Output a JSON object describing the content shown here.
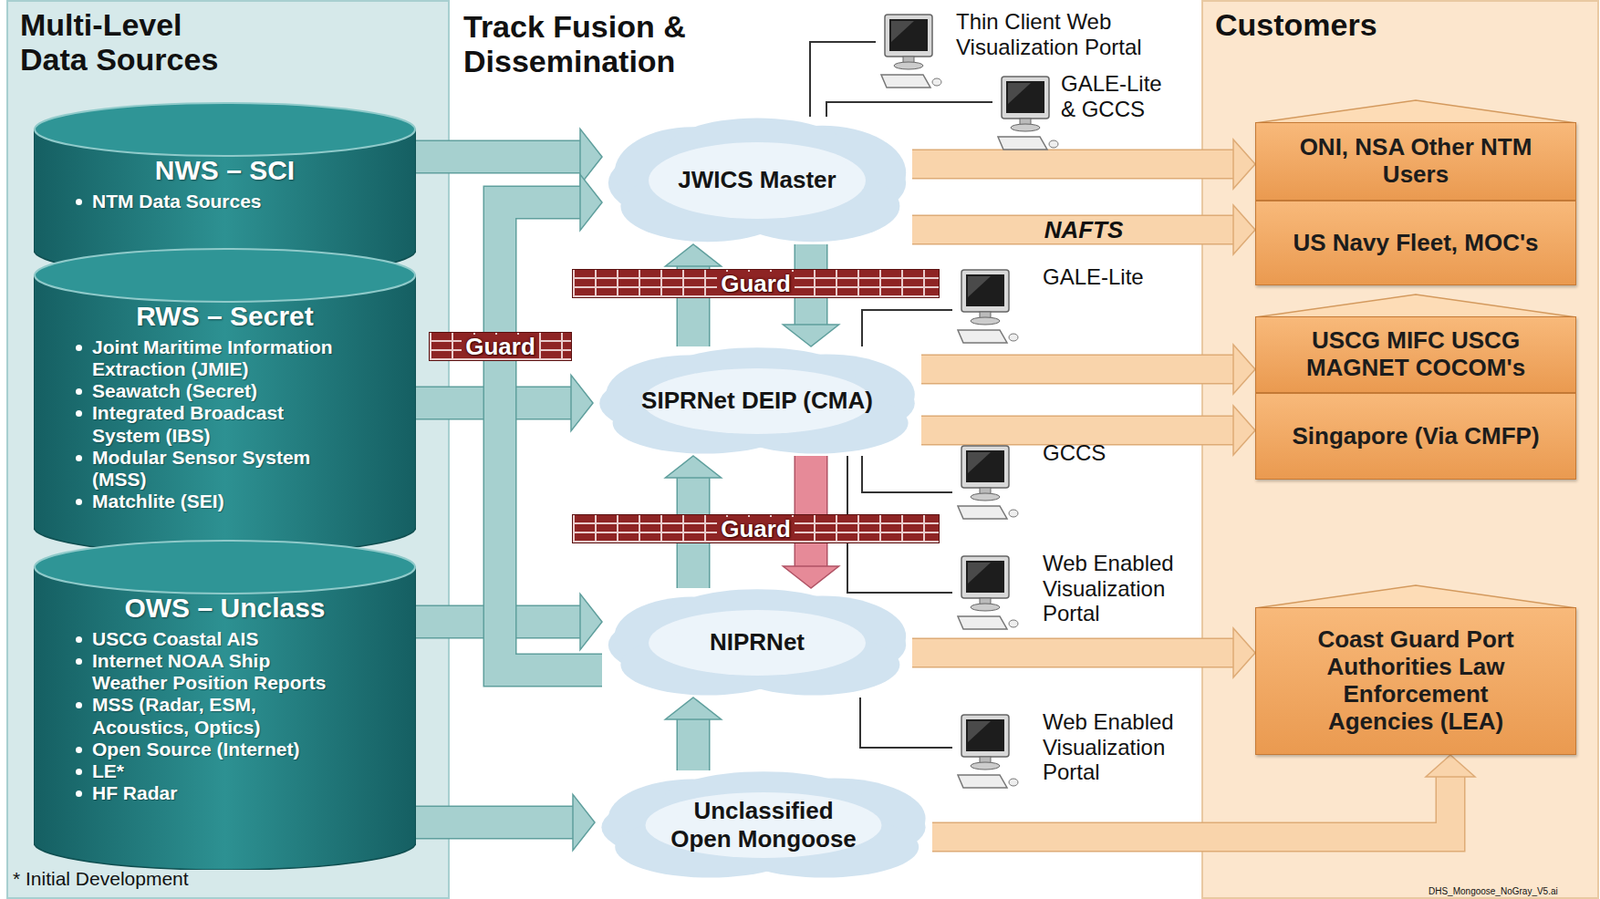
{
  "diagram": {
    "nodes": [
      {
        "text": [
          "Multi-Level Data Sources"
        ]
      },
      {
        "text": [
          "NWS – SCI",
          "NTM Data Sources"
        ],
        "in": 0
      },
      {
        "text": [
          "RWS – Secret",
          "Joint Maritime Information Extraction (JMIE)",
          "Seawatch (Secret)",
          "Integrated Broadcast System (IBS)",
          "Modular Sensor System (MSS)",
          "Matchlite (SEI)"
        ],
        "in": 0
      },
      {
        "text": [
          "OWS – Unclass",
          "USCG Coastal AIS",
          "Internet NOAA Ship Weather Position Reports",
          "MSS (Radar, ESM, Acoustics, Optics)",
          "Open Source (Internet)",
          "LE*",
          "HF Radar"
        ],
        "in": 0
      },
      {
        "text": [
          "JWICS Master"
        ]
      },
      {
        "text": [
          "Guard"
        ]
      },
      {
        "text": [
          "Guard"
        ]
      },
      {
        "text": [
          "SIPRNet DEIP (CMA)"
        ]
      },
      {
        "text": [
          "Guard"
        ]
      },
      {
        "text": [
          "NIPRNet"
        ]
      },
      {
        "text": [
          "Unclassified Open Mongoose"
        ]
      },
      {
        "text": [
          "Thin Client Web Visualization Portal"
        ]
      },
      {
        "text": [
          "GALE-Lite & GCCS"
        ]
      },
      {
        "text": [
          "GALE-Lite"
        ]
      },
      {
        "text": [
          "GCCS"
        ]
      },
      {
        "text": [
          "Web Enabled Visualization Portal"
        ]
      },
      {
        "text": [
          "Web Enabled Visualization Portal"
        ]
      },
      {
        "text": [
          "Customers"
        ]
      },
      {
        "text": [
          "ONI, NSA Other NTM Users"
        ],
        "in": 17
      },
      {
        "text": [
          "US Navy Fleet, MOC's"
        ],
        "in": 17
      },
      {
        "text": [
          "USCG MIFC USCG MAGNET COCOM's"
        ],
        "in": 17
      },
      {
        "text": [
          "Singapore (Via CMFP)"
        ],
        "in": 17
      },
      {
        "text": [
          "Coast Guard Port Authorities Law Enforcement Agencies (LEA)"
        ],
        "in": 17
      }
    ],
    "edges": [
      {
        "from": 1,
        "to": 4,
        "arrow": "to"
      },
      {
        "from": 2,
        "to": 7,
        "arrow": "to"
      },
      {
        "from": 3,
        "to": 9,
        "arrow": "to"
      },
      {
        "from": 3,
        "to": 10,
        "arrow": "to"
      },
      {
        "from": 9,
        "to": 4,
        "arrow": "to"
      },
      {
        "from": 7,
        "to": 4,
        "arrow": "to"
      },
      {
        "from": 4,
        "to": 7,
        "arrow": "to"
      },
      {
        "from": 9,
        "to": 7,
        "arrow": "to"
      },
      {
        "from": 7,
        "to": 9,
        "arrow": "to"
      },
      {
        "from": 10,
        "to": 9,
        "arrow": "to"
      },
      {
        "from": 4,
        "to": 18,
        "arrow": "to"
      },
      {
        "from": 4,
        "to": 19,
        "label": "NAFTS",
        "arrow": "to"
      },
      {
        "from": 7,
        "to": 20,
        "arrow": "to"
      },
      {
        "from": 7,
        "to": 21,
        "arrow": "to"
      },
      {
        "from": 9,
        "to": 22,
        "arrow": "to"
      },
      {
        "from": 10,
        "to": 22,
        "arrow": "to"
      },
      {
        "from": 4,
        "to": 11,
        "arrow": "none"
      },
      {
        "from": 4,
        "to": 12,
        "arrow": "none"
      },
      {
        "from": 7,
        "to": 13,
        "arrow": "none"
      },
      {
        "from": 7,
        "to": 14,
        "arrow": "none"
      },
      {
        "from": 7,
        "to": 15,
        "arrow": "none"
      },
      {
        "from": 9,
        "to": 16,
        "arrow": "none"
      }
    ],
    "labels": [
      "Track Fusion & Dissemination",
      "* Initial Development",
      "DHS_Mongoose_NoGray_V5.ai"
    ]
  }
}
